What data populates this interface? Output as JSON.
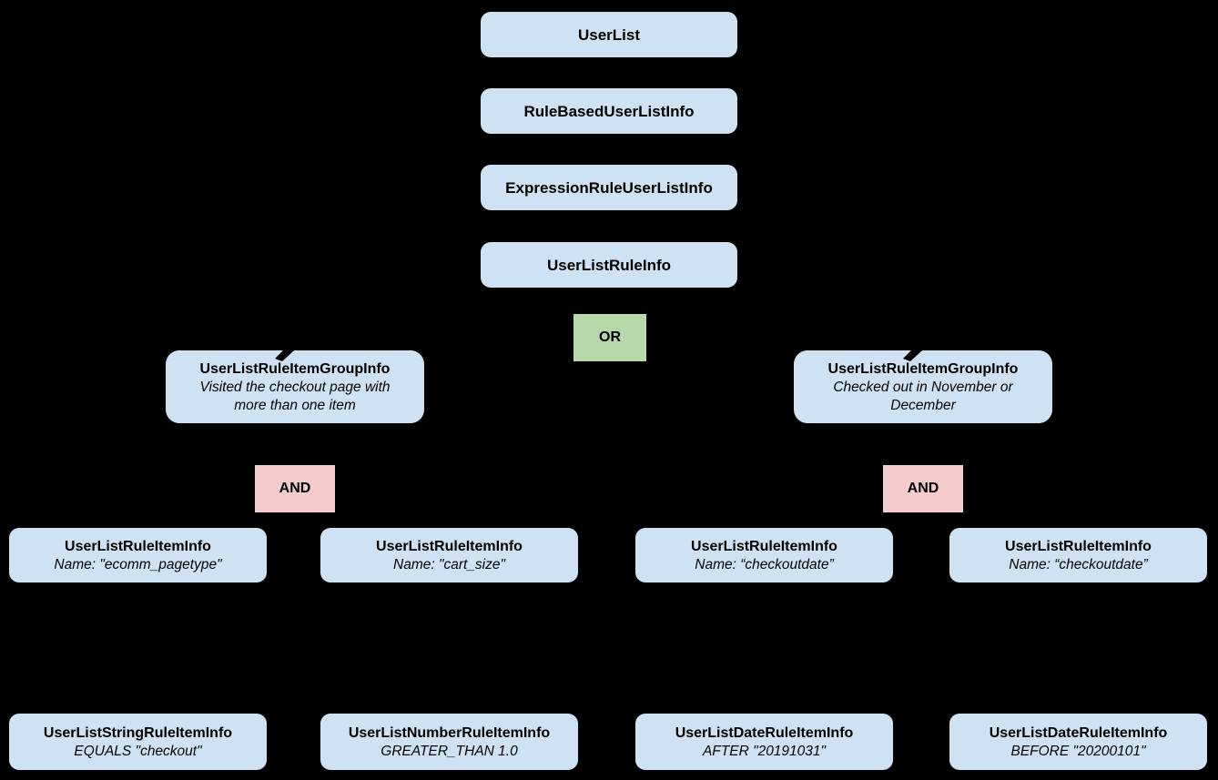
{
  "diagram": {
    "or_label": "OR",
    "colors": {
      "background": "#000000",
      "node_fill": "#cfe2f3",
      "or_fill": "#b6d7a8",
      "and_fill": "#f4cccc",
      "text": "#000000"
    },
    "chain": [
      {
        "label": "UserList"
      },
      {
        "label": "RuleBasedUserListInfo"
      },
      {
        "label": "ExpressionRuleUserListInfo"
      },
      {
        "label": "UserListRuleInfo"
      }
    ],
    "groups": [
      {
        "title": "UserListRuleItemGroupInfo",
        "subtitle": "Visited the checkout page with more than one item",
        "operator": "AND"
      },
      {
        "title": "UserListRuleItemGroupInfo",
        "subtitle": "Checked out in November or December",
        "operator": "AND"
      }
    ],
    "rule_items": [
      {
        "title": "UserListRuleItemInfo",
        "subtitle": "Name: \"ecomm_pagetype\""
      },
      {
        "title": "UserListRuleItemInfo",
        "subtitle": "Name: \"cart_size\""
      },
      {
        "title": "UserListRuleItemInfo",
        "subtitle": "Name: “checkoutdate”"
      },
      {
        "title": "UserListRuleItemInfo",
        "subtitle": "Name: “checkoutdate”"
      }
    ],
    "leaf_items": [
      {
        "title": "UserListStringRuleItemInfo",
        "subtitle": "EQUALS \"checkout\""
      },
      {
        "title": "UserListNumberRuleItemInfo",
        "subtitle": "GREATER_THAN 1.0"
      },
      {
        "title": "UserListDateRuleItemInfo",
        "subtitle": "AFTER \"20191031\""
      },
      {
        "title": "UserListDateRuleItemInfo",
        "subtitle": "BEFORE \"20200101\""
      }
    ]
  }
}
